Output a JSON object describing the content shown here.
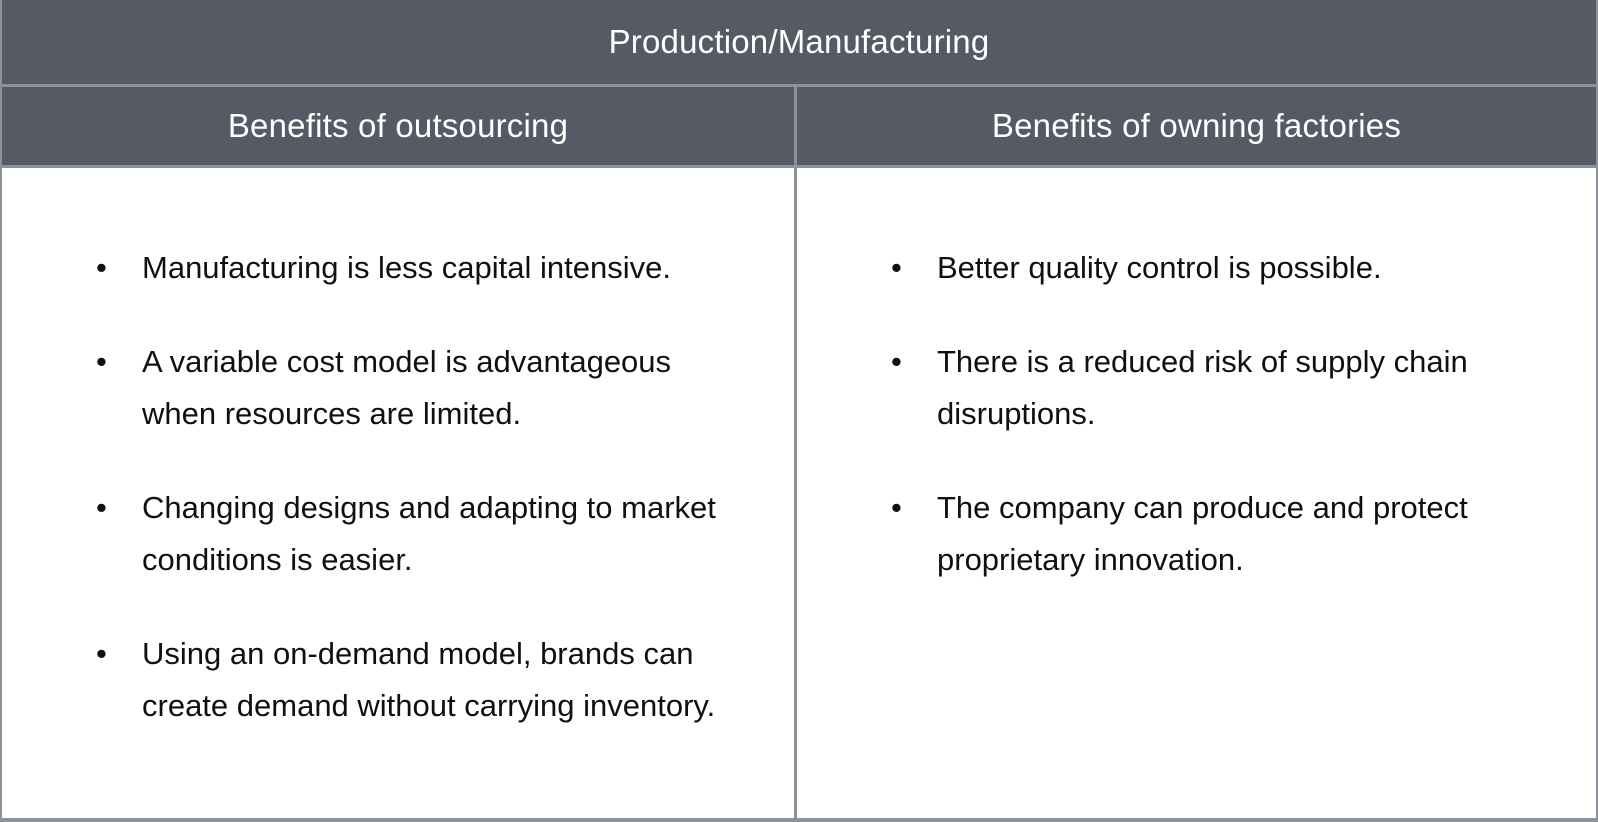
{
  "table": {
    "title": "Production/Manufacturing",
    "columns": [
      {
        "header": "Benefits of outsourcing",
        "items": [
          "Manufacturing is less capital intensive.",
          "A variable cost model is advantageous when resources are limited.",
          "Changing designs and adapting to market conditions is easier.",
          "Using an on-demand model, brands can create demand without carrying inventory."
        ]
      },
      {
        "header": "Benefits of owning factories",
        "items": [
          "Better quality control is possible.",
          "There is a reduced risk of supply chain disruptions.",
          "The company can produce and protect proprietary innovation."
        ]
      }
    ]
  },
  "colors": {
    "header_bg": "#565a64",
    "header_text": "#ffffff",
    "body_bg": "#ffffff",
    "body_text": "#101010",
    "border": "#8f919a"
  }
}
